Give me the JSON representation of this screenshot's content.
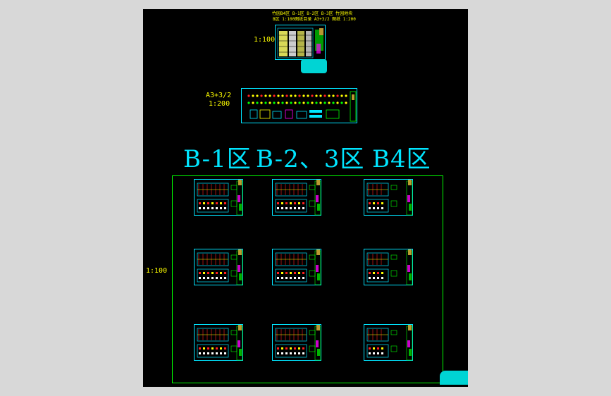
{
  "colors": {
    "background": "#000000",
    "workspace": "#d8d8d8",
    "cyan": "#00e5ff",
    "green": "#00ff00",
    "yellow": "#ffff00",
    "red": "#ff2020",
    "magenta": "#ff00ff",
    "olive": "#b89a30",
    "stamp": "#00d4d4"
  },
  "top_sheet": {
    "scale": "1:100",
    "header_line1": "竹园B4区 B-1区 B-2区 B-3区 竹园地块",
    "header_line2": "B区 1:100图纸目录 A3+3/2 图纸 1:200"
  },
  "middle_sheet": {
    "size": "A3+3/2",
    "scale": "1:200"
  },
  "zones": {
    "titles": [
      "B-1区",
      "B-2、3区",
      "B4区"
    ],
    "scale": "1:100"
  }
}
